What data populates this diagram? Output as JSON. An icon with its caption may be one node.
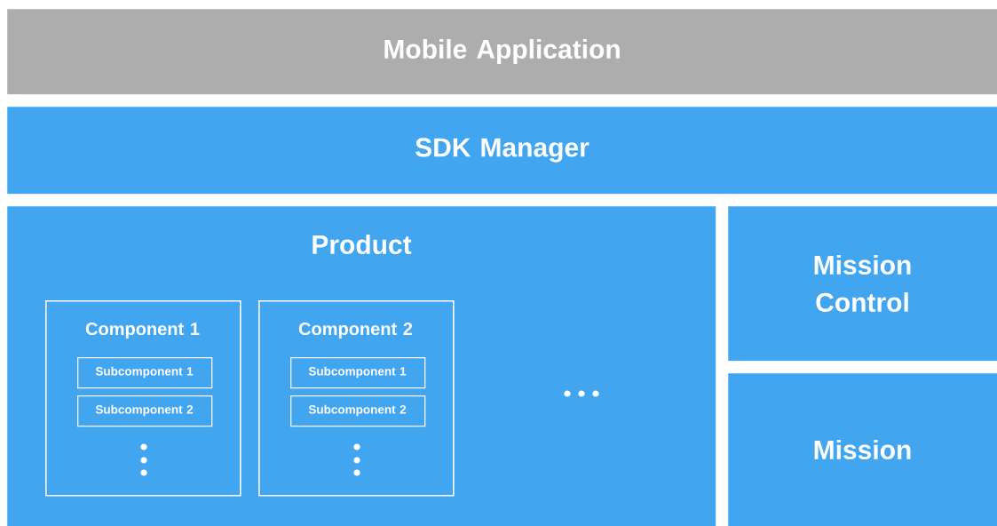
{
  "diagram": {
    "nodes": [
      {
        "text": [
          "Mobile Application"
        ]
      },
      {
        "text": [
          "SDK Manager"
        ]
      },
      {
        "text": [
          "Product"
        ]
      },
      {
        "text": [
          "Component 1"
        ],
        "in": 2
      },
      {
        "text": [
          "Subcomponent 1"
        ],
        "in": 3
      },
      {
        "text": [
          "Subcomponent 2"
        ],
        "in": 3
      },
      {
        "text": [
          "Component 2"
        ],
        "in": 2
      },
      {
        "text": [
          "Subcomponent 1"
        ],
        "in": 6
      },
      {
        "text": [
          "Subcomponent 2"
        ],
        "in": 6
      },
      {
        "text": [
          "Mission Control"
        ]
      },
      {
        "text": [
          "Mission"
        ]
      }
    ]
  }
}
